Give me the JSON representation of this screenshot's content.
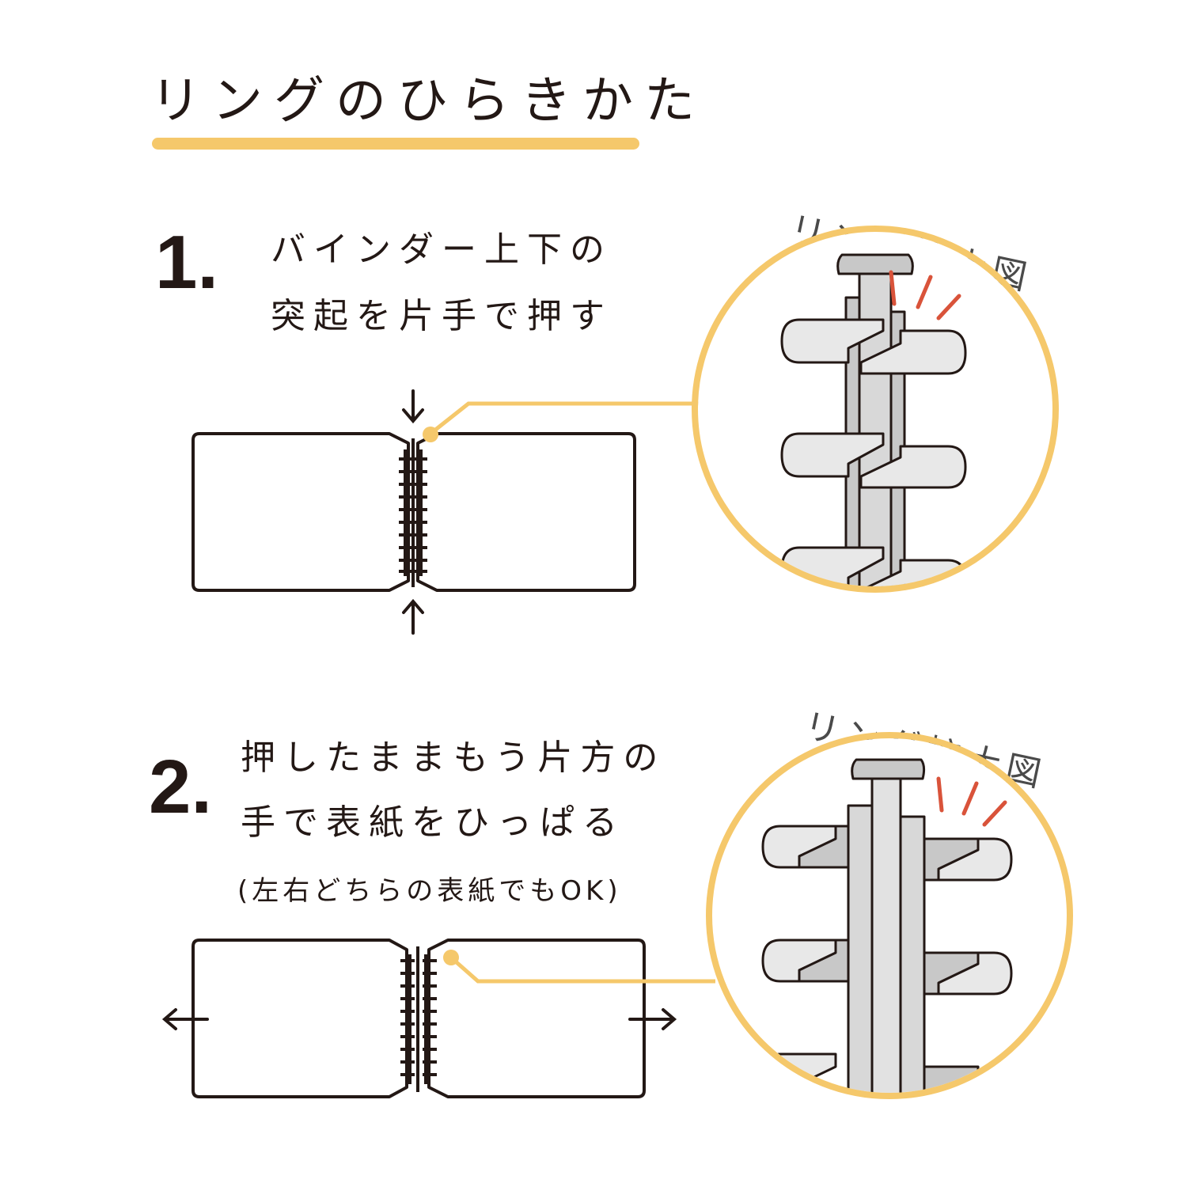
{
  "title": "リングのひらきかた",
  "steps": [
    {
      "number": "1.",
      "lines": [
        "バインダー上下の",
        "突起を片手で押す"
      ],
      "zoom_label": "リング拡大図"
    },
    {
      "number": "2.",
      "lines": [
        "押したままもう片方の",
        "手で表紙をひっぱる"
      ],
      "note": "(左右どちらの表紙でもOK)",
      "zoom_label": "リング拡大図"
    }
  ],
  "colors": {
    "accent": "#F5C86B",
    "ink": "#231815",
    "press_marks": "#D9533A",
    "ring_gray": "#C8C8C8"
  }
}
